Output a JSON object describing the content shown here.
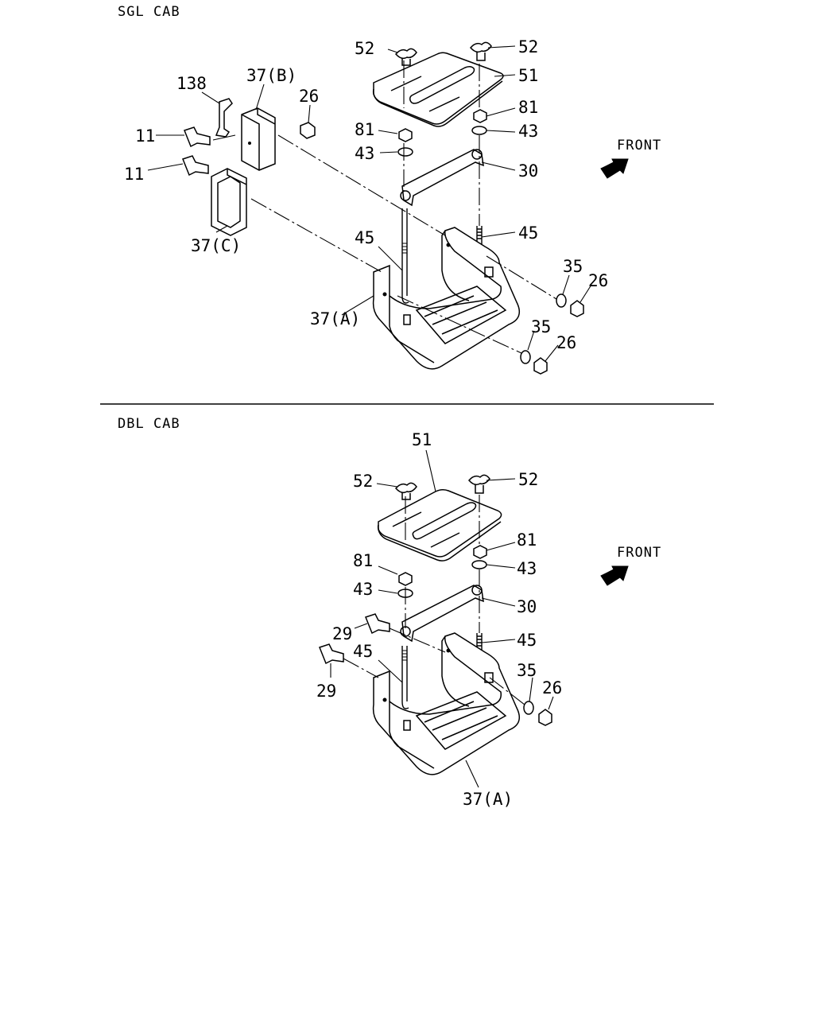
{
  "sections": {
    "sgl": {
      "title": "SGL CAB",
      "front": "FRONT",
      "callouts": [
        "52",
        "52",
        "51",
        "37(B)",
        "26",
        "138",
        "81",
        "81",
        "11",
        "43",
        "43",
        "11",
        "30",
        "45",
        "45",
        "37(C)",
        "35",
        "26",
        "37(A)",
        "35",
        "26"
      ]
    },
    "dbl": {
      "title": "DBL CAB",
      "front": "FRONT",
      "callouts": [
        "51",
        "52",
        "52",
        "81",
        "81",
        "43",
        "43",
        "30",
        "29",
        "45",
        "45",
        "29",
        "35",
        "26",
        "37(A)"
      ]
    }
  },
  "colors": {
    "ink": "#000000",
    "paper": "#ffffff"
  }
}
